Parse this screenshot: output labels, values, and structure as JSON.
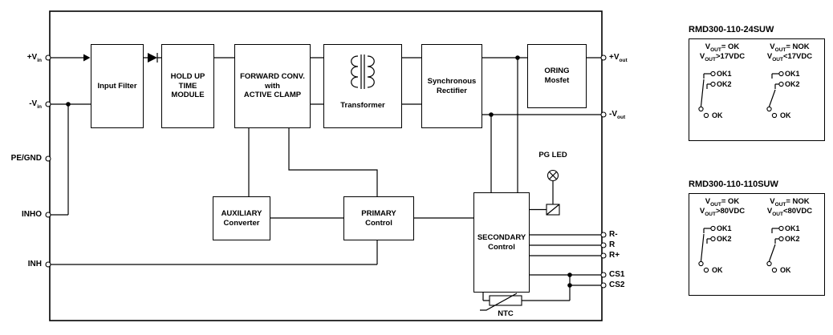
{
  "diagram": {
    "left_terminals": [
      {
        "label": "+V",
        "sub": "in"
      },
      {
        "label": "-V",
        "sub": "in"
      },
      {
        "label": "PE/GND",
        "sub": ""
      },
      {
        "label": "INHO",
        "sub": ""
      },
      {
        "label": "INH",
        "sub": ""
      }
    ],
    "right_terminals": [
      {
        "label": "+V",
        "sub": "out"
      },
      {
        "label": "-V",
        "sub": "out"
      },
      {
        "label": "R-",
        "sub": ""
      },
      {
        "label": "R",
        "sub": ""
      },
      {
        "label": "R+",
        "sub": ""
      },
      {
        "label": "CS1",
        "sub": ""
      },
      {
        "label": "CS2",
        "sub": ""
      }
    ],
    "blocks": {
      "input_filter": "Input Filter",
      "holdup_module": "HOLD UP\nTIME\nMODULE",
      "forward_converter": "FORWARD CONV.\nwith\nACTIVE CLAMP",
      "transformer": "Transformer",
      "synchronous_rectifier": "Synchronous\nRectifier",
      "oring_mosfet": "ORING\nMosfet",
      "auxiliary_converter": "AUXILIARY\nConverter",
      "primary_control": "PRIMARY\nControl",
      "secondary_control": "SECONDARY\nControl"
    },
    "annotations": {
      "pg_led": "PG LED",
      "ntc": "NTC"
    }
  },
  "panels": [
    {
      "title": "RMD300-110-24SUW",
      "columns": [
        {
          "state_v": "V",
          "state_sub": "OUT",
          "state_rest": "= OK",
          "cond_v": "V",
          "cond_sub": "OUT",
          "cond_rest": ">17VDC",
          "contact1": "OK1",
          "contact2": "OK2",
          "common": "OK"
        },
        {
          "state_v": "V",
          "state_sub": "OUT",
          "state_rest": "= NOK",
          "cond_v": "V",
          "cond_sub": "OUT",
          "cond_rest": "<17VDC",
          "contact1": "OK1",
          "contact2": "OK2",
          "common": "OK"
        }
      ]
    },
    {
      "title": "RMD300-110-110SUW",
      "columns": [
        {
          "state_v": "V",
          "state_sub": "OUT",
          "state_rest": "= OK",
          "cond_v": "V",
          "cond_sub": "OUT",
          "cond_rest": ">80VDC",
          "contact1": "OK1",
          "contact2": "OK2",
          "common": "OK"
        },
        {
          "state_v": "V",
          "state_sub": "OUT",
          "state_rest": "= NOK",
          "cond_v": "V",
          "cond_sub": "OUT",
          "cond_rest": "<80VDC",
          "contact1": "OK1",
          "contact2": "OK2",
          "common": "OK"
        }
      ]
    }
  ]
}
